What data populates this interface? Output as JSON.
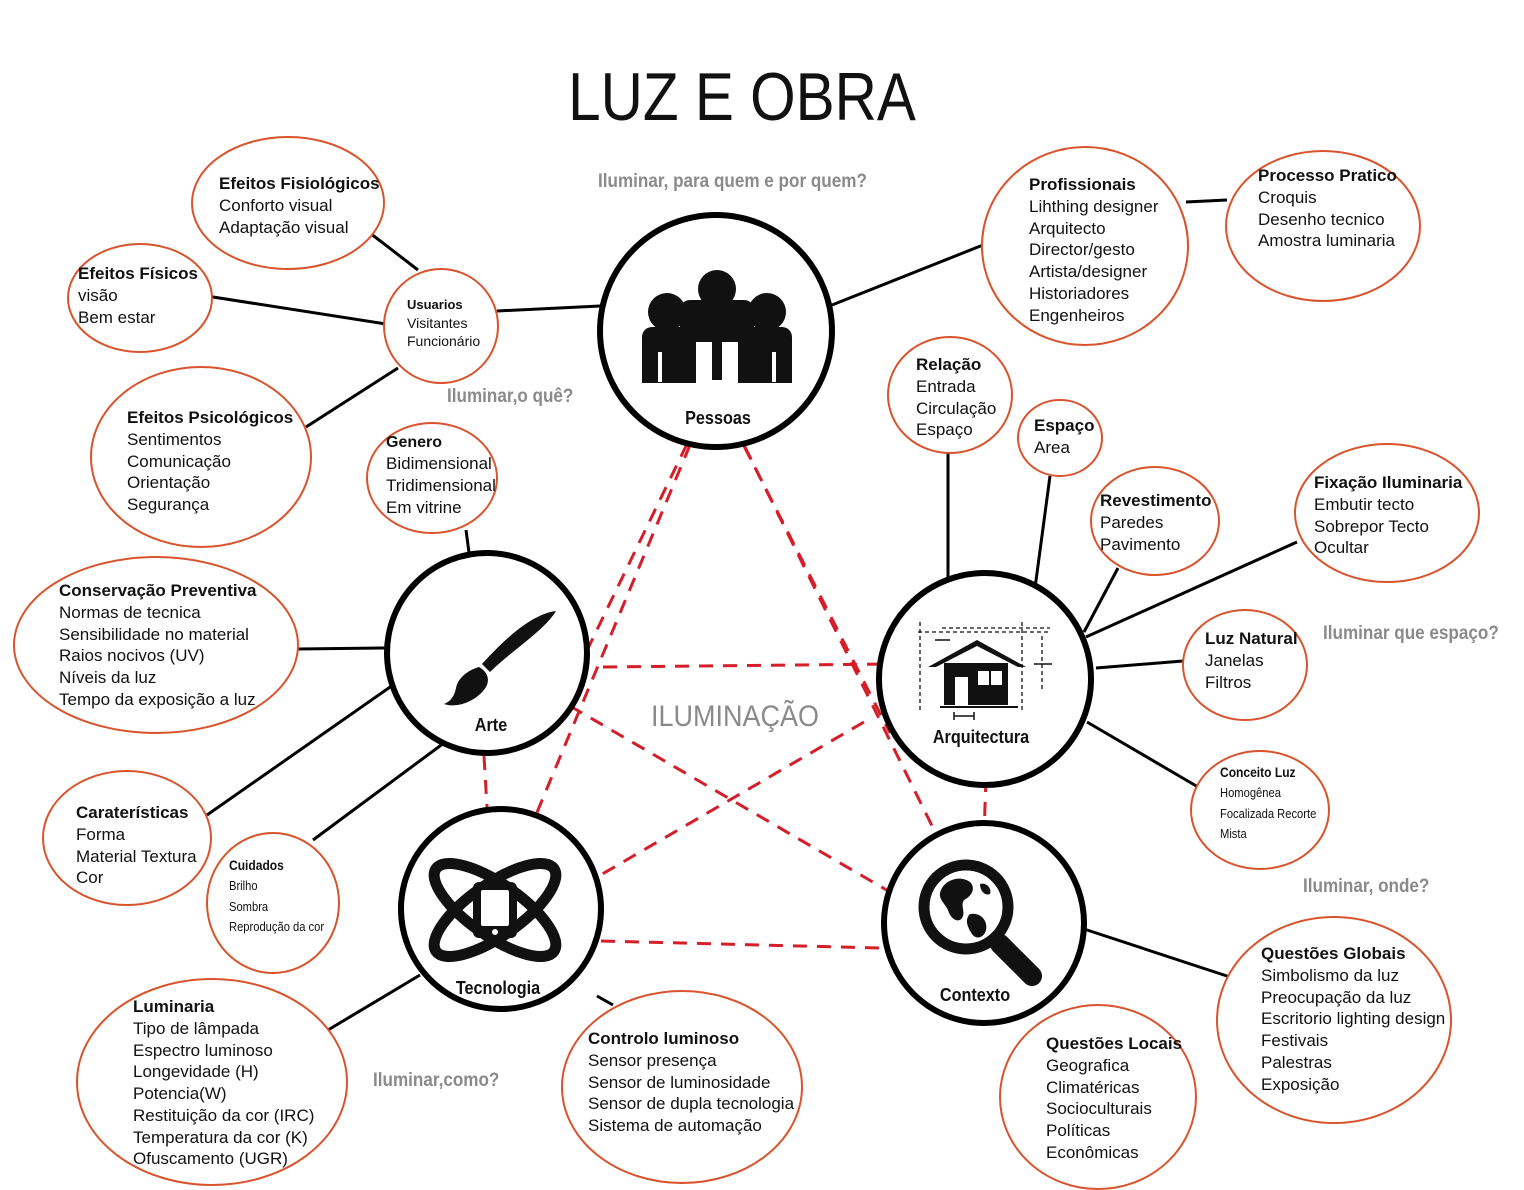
{
  "title": "LUZ E OBRA",
  "center_label": "ILUMINAÇÃO",
  "questions": {
    "pessoas": "Iluminar, para quem e por quem?",
    "arte": "Iluminar,o quê?",
    "arquitectura": "Iluminar que espaço?",
    "contexto": "Iluminar, onde?",
    "tecnologia": "Iluminar,como?"
  },
  "hubs": {
    "pessoas": {
      "label": "Pessoas",
      "icon": "people-icon"
    },
    "arte": {
      "label": "Arte",
      "icon": "paintbrush-icon"
    },
    "arquitectura": {
      "label": "Arquitectura",
      "icon": "house-blueprint-icon"
    },
    "tecnologia": {
      "label": "Tecnologia",
      "icon": "tablet-atom-icon"
    },
    "contexto": {
      "label": "Contexto",
      "icon": "globe-magnifier-icon"
    }
  },
  "bubbles": {
    "efeitos_fisiologicos": {
      "title": "Efeitos Fisiológicos",
      "lines": [
        "Conforto visual",
        "Adaptação visual"
      ]
    },
    "efeitos_fisicos": {
      "title": "Efeitos Físicos",
      "lines": [
        "visão",
        "Bem estar"
      ]
    },
    "usuarios": {
      "title": "Usuarios",
      "lines": [
        "Visitantes",
        "Funcionário"
      ]
    },
    "efeitos_psicologicos": {
      "title": "Efeitos Psicológicos",
      "lines": [
        "Sentimentos",
        "Comunicação",
        "Orientação",
        "Segurança"
      ]
    },
    "profissionais": {
      "title": "Profissionais",
      "lines": [
        "Lihthing designer",
        "Arquitecto",
        "Director/gesto",
        "Artista/designer",
        "Historiadores",
        "Engenheiros"
      ]
    },
    "processo_pratico": {
      "title": "Processo Pratico",
      "lines": [
        "Croquis",
        "Desenho tecnico",
        "Amostra luminaria"
      ]
    },
    "genero": {
      "title": "Genero",
      "lines": [
        "Bidimensional",
        "Tridimensional",
        "Em vitrine"
      ]
    },
    "conservacao": {
      "title": "Conservação Preventiva",
      "lines": [
        "Normas de tecnica",
        "Sensibilidade no material",
        "Raios nocivos (UV)",
        "Níveis da luz",
        "Tempo da exposição a luz"
      ]
    },
    "carateristicas": {
      "title": "Caraterísticas",
      "lines": [
        "Forma",
        "Material Textura",
        "Cor"
      ]
    },
    "cuidados": {
      "title": "Cuidados",
      "lines": [
        "Brilho",
        "Sombra",
        "Reprodução da cor"
      ]
    },
    "relacao": {
      "title": "Relação",
      "lines": [
        "Entrada",
        "Circulação",
        "Espaço"
      ]
    },
    "espaco": {
      "title": "Espaço",
      "lines": [
        "Area"
      ]
    },
    "revestimento": {
      "title": "Revestimento",
      "lines": [
        "Paredes",
        "Pavimento"
      ]
    },
    "fixacao": {
      "title": "Fixação Iluminaria",
      "lines": [
        "Embutir tecto",
        "Sobrepor Tecto",
        "Ocultar"
      ]
    },
    "luz_natural": {
      "title": "Luz Natural",
      "lines": [
        "Janelas",
        "Filtros"
      ]
    },
    "conceito_luz": {
      "title": "Conceito Luz",
      "lines": [
        "Homogênea",
        "Focalizada Recorte",
        "Mista"
      ]
    },
    "luminaria": {
      "title": "Luminaria",
      "lines": [
        "Tipo de lâmpada",
        "Espectro luminoso",
        "Longevidade (H)",
        "Potencia(W)",
        "Restituição da cor (IRC)",
        "Temperatura da cor (K)",
        "Ofuscamento (UGR)"
      ]
    },
    "controlo": {
      "title": "Controlo luminoso",
      "lines": [
        "Sensor presença",
        "Sensor de luminosidade",
        "Sensor de dupla tecnologia",
        "Sistema de automação"
      ]
    },
    "questoes_locais": {
      "title": "Questões Locais",
      "lines": [
        "Geografica",
        "Climatéricas",
        "Socioculturais",
        "Políticas",
        "Econômicas"
      ]
    },
    "questoes_globais": {
      "title": "Questões Globais",
      "lines": [
        "Simbolismo da luz",
        "Preocupação da luz",
        "Escritorio lighting design",
        "Festivais",
        "Palestras",
        "Exposição"
      ]
    }
  },
  "colors": {
    "bubble_outline": "#d9532c",
    "dashed_link": "#d41f2a",
    "hub_outline": "#000000",
    "question_text": "#8a8a8a"
  }
}
